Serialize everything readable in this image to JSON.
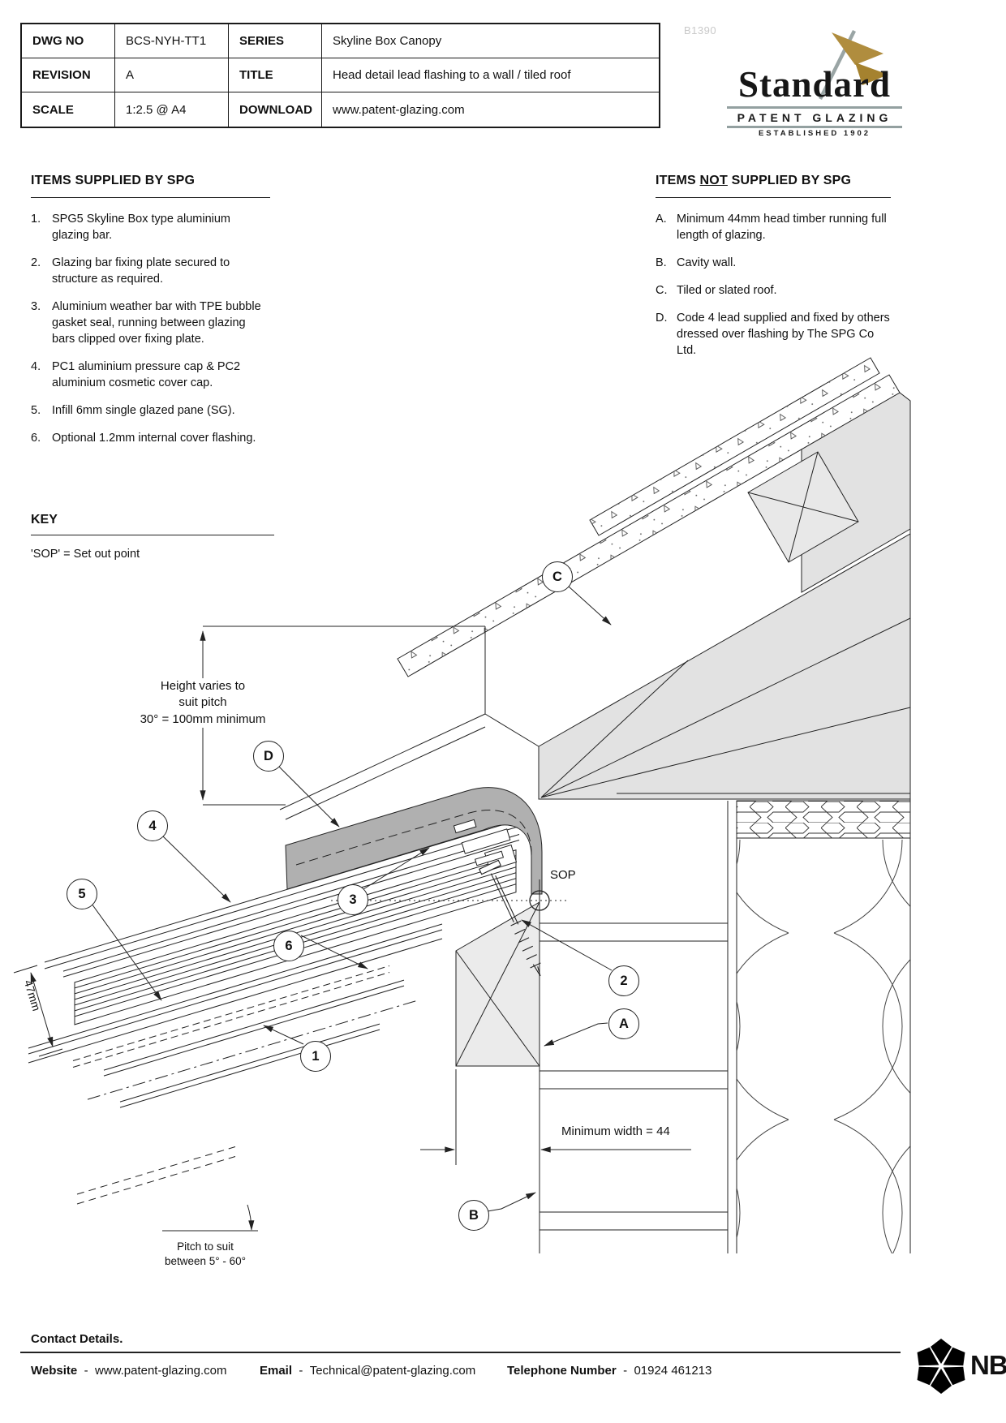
{
  "title_block": {
    "dwg_label": "DWG NO",
    "dwg_value": "BCS-NYH-TT1",
    "series_label": "SERIES",
    "series_value": "Skyline Box Canopy",
    "revision_label": "REVISION",
    "revision_value": "A",
    "title_label": "TITLE",
    "title_value": "Head detail lead flashing to a wall / tiled roof",
    "scale_label": "SCALE",
    "scale_value": "1:2.5 @ A4",
    "download_label": "DOWNLOAD",
    "download_value": "www.patent-glazing.com"
  },
  "watermark": "B1390",
  "logo": {
    "name": "Standard",
    "sub": "PATENT GLAZING",
    "est": "ESTABLISHED 1902"
  },
  "supplied": {
    "heading": "ITEMS SUPPLIED BY SPG",
    "items": [
      {
        "n": "1.",
        "t": "SPG5 Skyline Box type aluminium glazing bar."
      },
      {
        "n": "2.",
        "t": "Glazing bar fixing plate secured to structure as required."
      },
      {
        "n": "3.",
        "t": "Aluminium weather bar with TPE bubble gasket seal, running between glazing bars clipped over fixing plate."
      },
      {
        "n": "4.",
        "t": "PC1 aluminium pressure cap & PC2 aluminium cosmetic cover cap."
      },
      {
        "n": "5.",
        "t": "Infill 6mm single glazed pane (SG)."
      },
      {
        "n": "6.",
        "t": "Optional 1.2mm internal cover flashing."
      }
    ]
  },
  "not_supplied": {
    "heading_prefix": "ITEMS ",
    "heading_underline": "NOT",
    "heading_suffix": " SUPPLIED BY SPG",
    "items": [
      {
        "n": "A.",
        "t": "Minimum 44mm head timber running full length of glazing."
      },
      {
        "n": "B.",
        "t": "Cavity wall."
      },
      {
        "n": "C.",
        "t": "Tiled or slated roof."
      },
      {
        "n": "D.",
        "t": "Code 4 lead supplied and fixed by others dressed over flashing by The SPG Co Ltd."
      }
    ]
  },
  "key": {
    "heading": "KEY",
    "text": "'SOP' = Set out point"
  },
  "annotations": {
    "sop": "SOP",
    "height1": "Height varies to",
    "height2": "suit pitch",
    "height3": "30° = 100mm minimum",
    "min_width": "Minimum width = 44",
    "bar_depth": "47mm",
    "pitch1": "Pitch to suit",
    "pitch2": "between 5° - 60°",
    "labels": {
      "c": "C",
      "d": "D",
      "a": "A",
      "b": "B",
      "n1": "1",
      "n2": "2",
      "n3": "3",
      "n4": "4",
      "n5": "5",
      "n6": "6"
    }
  },
  "footer": {
    "heading": "Contact Details.",
    "dash": "-",
    "website_label": "Website",
    "website_value": "www.patent-glazing.com",
    "email_label": "Email",
    "email_value": "Technical@patent-glazing.com",
    "phone_label": "Telephone Number",
    "phone_value": "01924 461213",
    "nbs": "NBS"
  },
  "colors": {
    "logo_gold": "#b08d3e",
    "logo_rule_gray": "#93a0a0",
    "lead_flashing_gray": "#b0b0b0",
    "structure_gray": "#e2e2e2"
  }
}
